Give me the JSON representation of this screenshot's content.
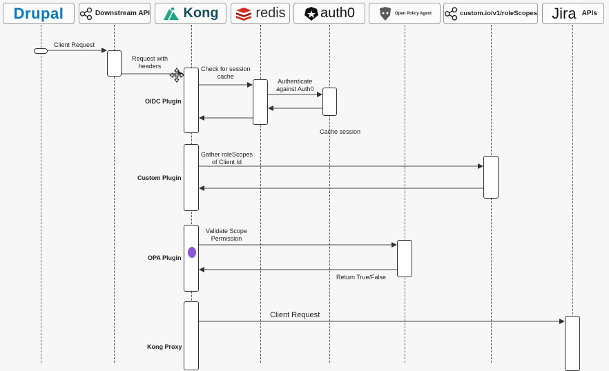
{
  "participants": {
    "drupal": "Drupal",
    "downstream": "Downstream API",
    "kong": "Kong",
    "redis": "redis",
    "auth0": "auth0",
    "opa": "Open Policy Agent",
    "custom": "custom.io/v1/roleScopes",
    "jira": "Jira",
    "jira_apis": "APIs"
  },
  "messages": {
    "client_request_1": "Client Request",
    "request_headers": "Request with\nheaders",
    "check_cache": "Check for session\ncache",
    "authenticate": "Authenticate\nagainst Auth0",
    "cache_session": "Cache session",
    "gather_scopes": "Gather roleScopes\nof Client Id",
    "validate_scope": "Validate Scope\nPermission",
    "return_tf": "Return True/False",
    "client_request_2": "Client Request"
  },
  "plugins": {
    "oidc": "OIDC Plugin",
    "custom": "Custom Plugin",
    "opa": "OPA Plugin",
    "proxy": "Kong Proxy"
  },
  "colors": {
    "drupal_blue": "#0678be",
    "kong_teal": "#1aa784",
    "redis_red": "#d82c20",
    "opa_purple": "#8a58d6"
  }
}
